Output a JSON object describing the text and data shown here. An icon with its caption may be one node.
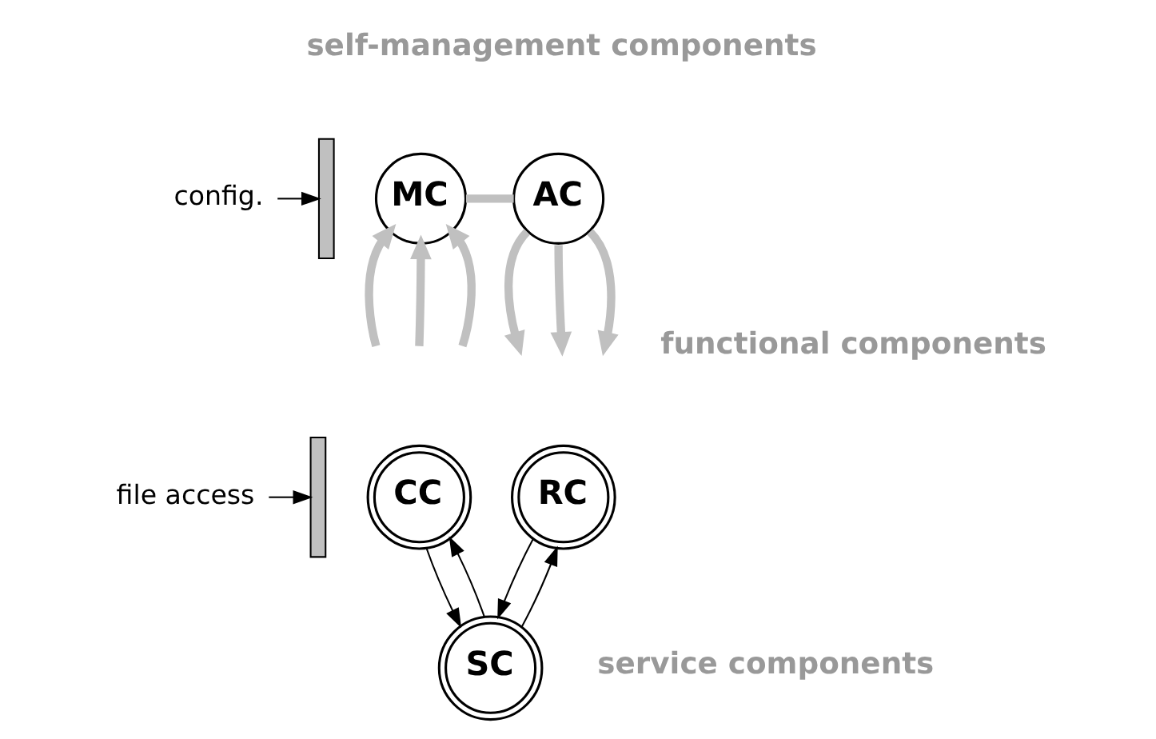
{
  "diagram": {
    "nodes": [
      {
        "text": [
          "config."
        ]
      },
      {
        "text": [],
        "shape": "bar"
      },
      {
        "text": [
          "file access"
        ]
      },
      {
        "text": [],
        "shape": "bar"
      },
      {
        "text": [
          "MC"
        ]
      },
      {
        "text": [
          "AC"
        ]
      },
      {
        "text": [
          "CC"
        ]
      },
      {
        "text": [
          "RC"
        ]
      },
      {
        "text": [
          "SC"
        ]
      }
    ],
    "edges": [
      {
        "from": 0,
        "to": 1,
        "arrow": "to",
        "color": "#000000"
      },
      {
        "from": 2,
        "to": 3,
        "arrow": "to",
        "color": "#000000"
      },
      {
        "from": 4,
        "to": 5,
        "arrow": "none"
      },
      {
        "from": null,
        "to": 4,
        "arrow": "to"
      },
      {
        "from": null,
        "to": 4,
        "arrow": "to"
      },
      {
        "from": null,
        "to": 4,
        "arrow": "to"
      },
      {
        "from": 5,
        "to": null,
        "arrow": "to"
      },
      {
        "from": 5,
        "to": null,
        "arrow": "to"
      },
      {
        "from": 5,
        "to": null,
        "arrow": "to"
      },
      {
        "from": 6,
        "to": 8,
        "arrow": "to",
        "color": "#000000"
      },
      {
        "from": 8,
        "to": 6,
        "arrow": "to",
        "color": "#000000"
      },
      {
        "from": 8,
        "to": 7,
        "arrow": "to",
        "color": "#000000"
      },
      {
        "from": 7,
        "to": 8,
        "arrow": "to",
        "color": "#000000"
      }
    ],
    "labels": [
      "self-management components",
      "functional components",
      "service components"
    ]
  }
}
